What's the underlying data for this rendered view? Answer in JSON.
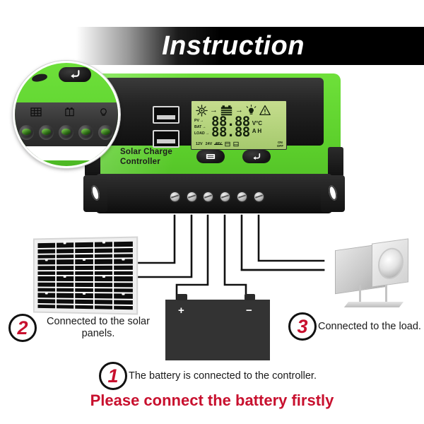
{
  "header": {
    "title": "Instruction"
  },
  "controller": {
    "brand_line1": "Solar Charge",
    "brand_line2": "Controller",
    "menu_button_icon": "menu-icon",
    "back_button_icon": "return-arrow-icon",
    "usb_ports": 2,
    "terminal_screw_count": 6,
    "lcd": {
      "top_icons": [
        "sun-icon",
        "arrow-right",
        "battery-icon",
        "arrow-right",
        "bulb-icon",
        "warning-triangle-icon"
      ],
      "row_labels": [
        "PV",
        "BAT",
        "LOAD"
      ],
      "digits_line1": "88.88",
      "digits_line2": "88.88",
      "units_line1": "V°C",
      "units_line2": "A H",
      "voltage_options": [
        "12V",
        "24V",
        "48V"
      ],
      "battery_type_icons": [
        "sealed-battery-icon",
        "gel-battery-icon"
      ],
      "on_label": "ON",
      "off_label": "OFF"
    }
  },
  "magnifier": {
    "label": "terminal-closeup",
    "back_button_icon": "return-arrow-icon",
    "terminal_icons": [
      "solar-panel-icon",
      "battery-icon",
      "bulb-icon"
    ],
    "terminal_count": 6
  },
  "devices": {
    "solar_panel": "solar-panel",
    "battery": {
      "positive_label": "+",
      "negative_label": "−"
    },
    "load_lamp": "flood-light"
  },
  "steps": [
    {
      "number": "1",
      "text": "The battery is connected to the controller."
    },
    {
      "number": "2",
      "text": "Connected to the solar panels."
    },
    {
      "number": "3",
      "text": "Connected to the load."
    }
  ],
  "final_note": "Please connect the battery firstly",
  "colors": {
    "green_body": "#5dd02c",
    "black_body": "#222222",
    "lcd_green": "#b4d37c",
    "accent_red": "#c8102e",
    "banner_black": "#000000"
  }
}
